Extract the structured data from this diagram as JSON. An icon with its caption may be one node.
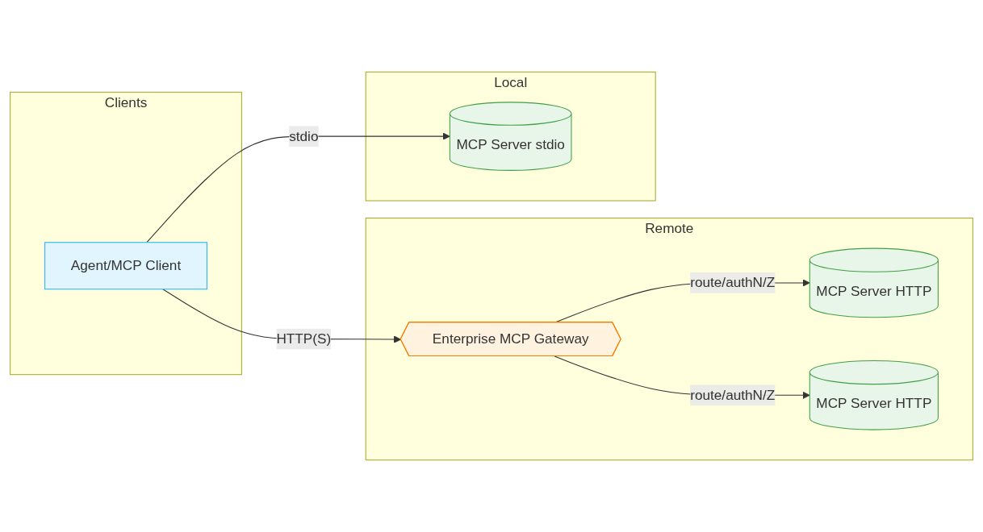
{
  "diagram": {
    "nodes": [
      {
        "text": [
          "Clients"
        ]
      },
      {
        "text": [
          "Agent/MCP Client"
        ],
        "in": 0
      },
      {
        "text": [
          "Remote"
        ]
      },
      {
        "text": [
          "Enterprise MCP Gateway"
        ],
        "in": 2
      },
      {
        "text": [
          "MCP Server HTTP"
        ],
        "in": 2
      },
      {
        "text": [
          "MCP Server HTTP"
        ],
        "in": 2
      },
      {
        "text": [
          "Local"
        ]
      },
      {
        "text": [
          "MCP Server stdio"
        ],
        "in": 6
      }
    ],
    "edges": [
      {
        "from": 1,
        "to": 3,
        "arrow": "to",
        "label": "HTTP(S)"
      },
      {
        "from": 3,
        "to": 4,
        "arrow": "to",
        "label": "route/authN/Z"
      },
      {
        "from": 3,
        "to": 5,
        "arrow": "to",
        "label": "route/authN/Z"
      },
      {
        "from": 1,
        "to": 7,
        "arrow": "to",
        "label": "stdio"
      }
    ]
  }
}
